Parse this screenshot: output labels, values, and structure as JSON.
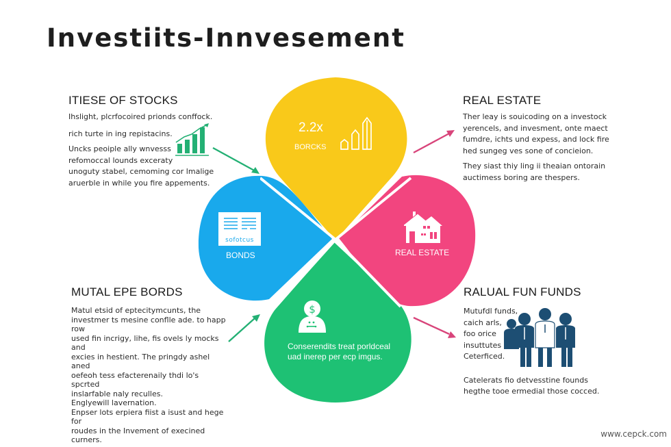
{
  "title": "Investiits-Innvesement",
  "colors": {
    "yellow": "#F9C91A",
    "blue": "#19A9EC",
    "pink": "#F2457F",
    "green": "#1EC174",
    "arrow_green": "#23B074",
    "arrow_pink": "#D8447A",
    "text_dark": "#1e1e1e",
    "icon_navy": "#1D4E73"
  },
  "panels": {
    "stocks": {
      "heading": "ITIESE OF STOCKS",
      "lines": [
        "Ihslight, plcrfocoired prionds conffock.",
        "rich turte in ing repistacins.",
        "Uncks peoiple ally wnvesss",
        "refomoccal lounds exceraty",
        "unoguty stabel, cemoming cor lmalige",
        "aruerble in while you fire appements."
      ],
      "icon": "bar-chart-up-icon"
    },
    "real_estate": {
      "heading": "REAL ESTATE",
      "lines": [
        "Ther leay is souicoding on a investock",
        "yerencels, and invesment, onte maect",
        "fumdre, ichts und expess, and lock fire",
        "hed sungeg ves sone of concieion.",
        "They siast thiy ling ii theaian ontorain",
        "auctimess boring are thespers."
      ]
    },
    "mutual_bonds": {
      "heading": "MUTAL EPE BORDS",
      "lines": [
        "Matul etsid of eptecitymcunts, the",
        "investmer ts mesine conflle ade. to happ row",
        "used fin incrigy, lihe, fis ovels ly mocks and",
        "excies in hestient. The pringdy ashel aned",
        "oefeoh tess efacterenaily thdi lo's spcrted",
        "inslarfable naly reculles.",
        "Englyewill lavernation.",
        "Enpser lots erpiera fiist a isust and hege for",
        "roudes in the Invement of execined curners."
      ]
    },
    "mutual_funds": {
      "heading": "RALUAL FUN FUNDS",
      "lines": [
        "Mutufdl funds,",
        "caich arls,",
        "foo orice",
        "insuttutes",
        "Ceterficed."
      ],
      "footer_lines": [
        "Catelerats fio detvesstine founds",
        "hegthe tooe ermedial those cocced."
      ],
      "icon": "business-people-icon"
    }
  },
  "petals": {
    "top": {
      "value": "2.2x",
      "label": "BORCKS",
      "icon": "bar-growth-icon"
    },
    "left": {
      "card_text": "sofotcus",
      "label": "BONDS",
      "icon": "document-icon"
    },
    "right": {
      "label": "REAL ESTATE",
      "icon": "house-icon"
    },
    "bottom": {
      "text_line1": "Conserendits treat porldceal",
      "text_line2": "uad inerep per ecp imgus.",
      "icon": "investor-dollar-icon"
    }
  },
  "watermark": "www.cepck.com"
}
